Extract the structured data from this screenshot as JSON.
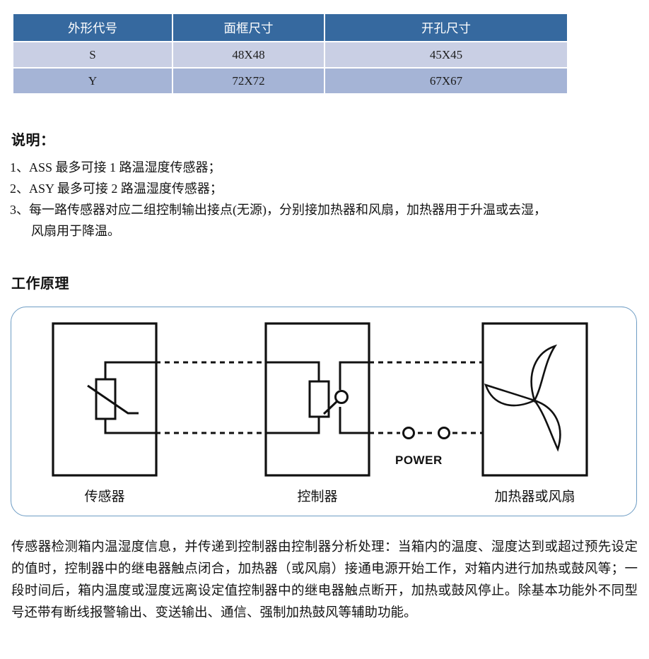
{
  "spec_table": {
    "headers": [
      "外形代号",
      "面框尺寸",
      "开孔尺寸"
    ],
    "rows": [
      [
        "S",
        "48X48",
        "45X45"
      ],
      [
        "Y",
        "72X72",
        "67X67"
      ]
    ],
    "header_bg": "#36699f",
    "row_light_bg": "#c9cfe4",
    "row_dark_bg": "#a5b4d6"
  },
  "notes": {
    "heading": "说明：",
    "items": [
      "1、ASS 最多可接 1 路温湿度传感器；",
      "2、ASY 最多可接 2 路温湿度传感器；",
      "3、每一路传感器对应二组控制输出接点(无源)，分别接加热器和风扇，加热器用于升温或去湿，",
      "风扇用于降温。"
    ]
  },
  "principle": {
    "heading": "工作原理",
    "frame_border_color": "#6d9cc4",
    "blocks": [
      {
        "label": "传感器",
        "symbol": "thermistor-icon"
      },
      {
        "label": "控制器",
        "symbol": "relay-icon"
      },
      {
        "label": "加热器或风扇",
        "symbol": "fan-icon"
      }
    ],
    "power_label": "POWER",
    "paragraph": "传感器检测箱内温湿度信息，并传递到控制器由控制器分析处理：当箱内的温度、湿度达到或超过预先设定的值时，控制器中的继电器触点闭合，加热器（或风扇）接通电源开始工作，对箱内进行加热或鼓风等；一段时间后，箱内温度或湿度远离设定值控制器中的继电器触点断开，加热或鼓风停止。除基本功能外不同型号还带有断线报警输出、变送输出、通信、强制加热鼓风等辅助功能。"
  }
}
